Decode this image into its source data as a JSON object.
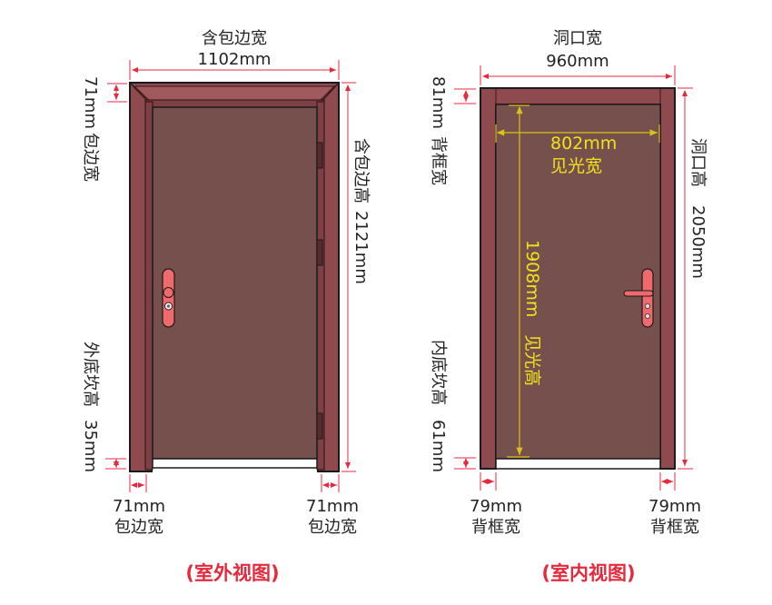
{
  "exterior": {
    "caption": "(室外视图)",
    "total_width_label": "含包边宽",
    "total_width_value": "1102mm",
    "top_trim_value": "71mm",
    "top_trim_label": "包边宽",
    "total_height_label": "含包边高",
    "total_height_value": "2121mm",
    "sill_label": "外底坎高",
    "sill_value": "35mm",
    "left_trim_value": "71mm",
    "left_trim_label": "包边宽",
    "right_trim_value": "71mm",
    "right_trim_label": "包边宽"
  },
  "interior": {
    "caption": "(室内视图)",
    "opening_width_label": "洞口宽",
    "opening_width_value": "960mm",
    "top_frame_value": "81mm",
    "top_frame_label": "背框宽",
    "opening_height_label": "洞口高",
    "opening_height_value": "2050mm",
    "clear_width_value": "802mm",
    "clear_width_label": "见光宽",
    "clear_height_value": "1908mm",
    "clear_height_label": "见光高",
    "sill_label": "内底坎高",
    "sill_value": "61mm",
    "left_frame_value": "79mm",
    "left_frame_label": "背框宽",
    "right_frame_value": "79mm",
    "right_frame_label": "背框宽"
  },
  "colors": {
    "frame": "#8e4a4e",
    "door_leaf": "#75504c",
    "outline": "#1a1a1a",
    "dimension_line": "#e8283c",
    "clear_dimension": "#f2e21a",
    "handle": "#f0696d"
  }
}
